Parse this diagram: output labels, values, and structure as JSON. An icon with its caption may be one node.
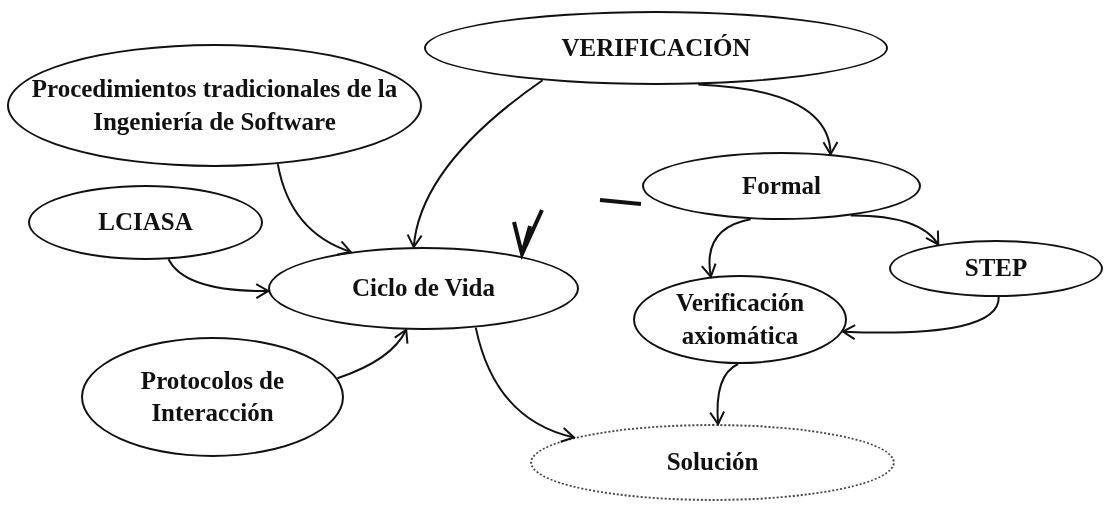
{
  "diagram": {
    "nodes": [
      {
        "text": [
          "VERIFICACIÓN"
        ]
      },
      {
        "text": [
          "Procedimientos tradicionales de la Ingeniería de Software"
        ]
      },
      {
        "text": [
          "LCIASA"
        ]
      },
      {
        "text": [
          "Formal"
        ]
      },
      {
        "text": [
          "Ciclo de Vida"
        ]
      },
      {
        "text": [
          "STEP"
        ]
      },
      {
        "text": [
          "Verificación axiomática"
        ]
      },
      {
        "text": [
          "Protocolos de Interacción"
        ]
      },
      {
        "text": [
          "Solución"
        ]
      }
    ],
    "edges": [
      {
        "from": 0,
        "to": 4,
        "arrow": "to"
      },
      {
        "from": 0,
        "to": 3,
        "arrow": "to"
      },
      {
        "from": 1,
        "to": 4,
        "arrow": "to"
      },
      {
        "from": 2,
        "to": 4,
        "arrow": "to"
      },
      {
        "from": 7,
        "to": 4,
        "arrow": "to"
      },
      {
        "from": 3,
        "to": 6,
        "arrow": "to"
      },
      {
        "from": 3,
        "to": 5,
        "arrow": "to"
      },
      {
        "from": 5,
        "to": 6,
        "arrow": "to"
      },
      {
        "from": 6,
        "to": 8,
        "arrow": "to"
      },
      {
        "from": 4,
        "to": 8,
        "arrow": "to"
      }
    ]
  }
}
